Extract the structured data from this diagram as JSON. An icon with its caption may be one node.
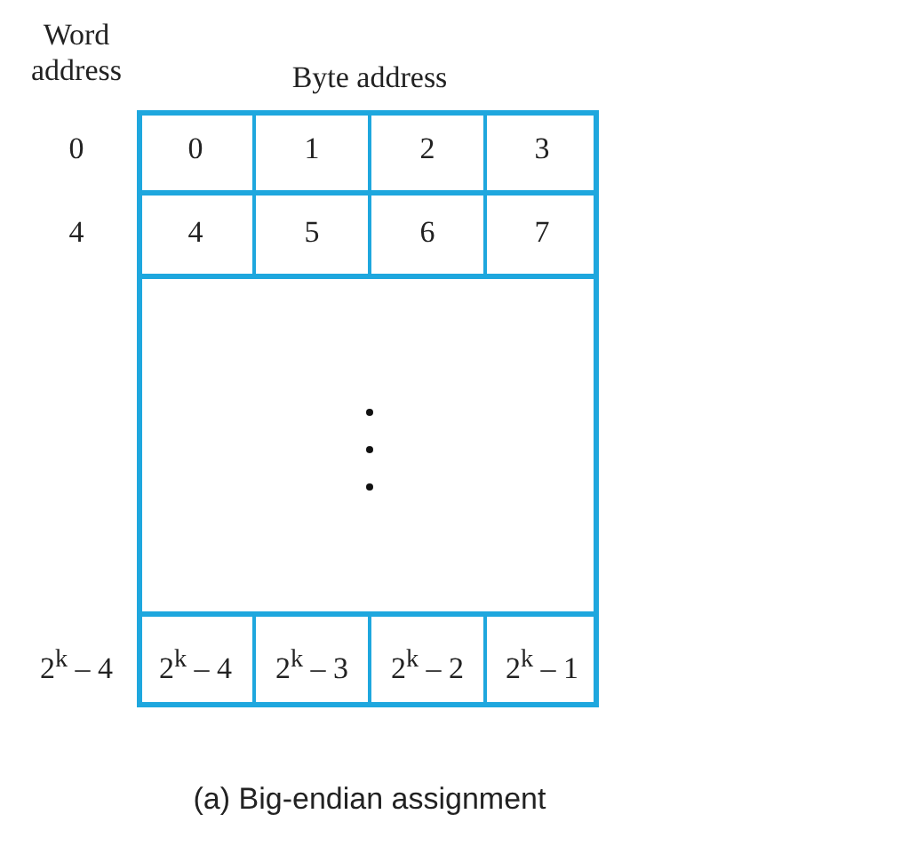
{
  "diagram": {
    "caption": "(a) Big-endian assignment",
    "labels": [
      "Word address",
      "Byte address",
      "0",
      "0",
      "1",
      "2",
      "3",
      "4",
      "4",
      "5",
      "6",
      "7",
      "2$^{k}$ – 4",
      "2$^{k}$ – 4",
      "2$^{k}$ – 3",
      "2$^{k}$ – 2",
      "2$^{k}$ – 1"
    ]
  }
}
